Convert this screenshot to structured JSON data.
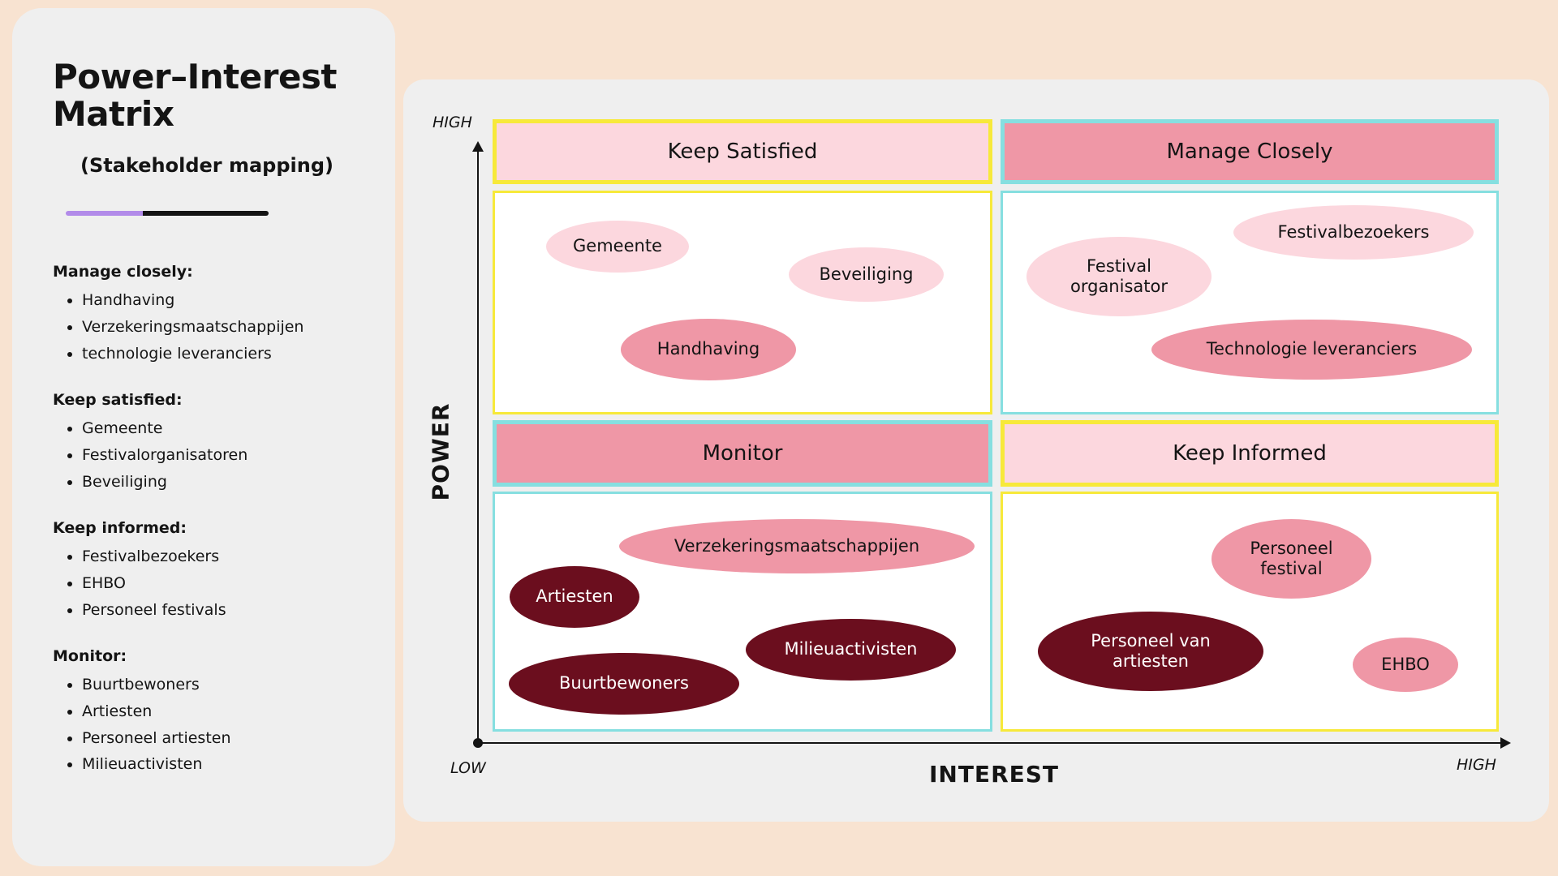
{
  "colors": {
    "background": "#f8e3d1",
    "panel": "#efefef",
    "light_pink": "#fcd7de",
    "rose": "#ef97a6",
    "maroon": "#6b0e1e",
    "yellow": "#f7e93a",
    "cyan": "#86dfe0",
    "divider_purple": "#b28be9",
    "divider_black": "#141414",
    "text": "#141414"
  },
  "sidebar": {
    "title": "Power–Interest Matrix",
    "subtitle": "(Stakeholder mapping)",
    "sections": [
      {
        "heading": "Manage closely:",
        "items": [
          "Handhaving",
          "Verzekeringsmaatschappijen",
          "technologie leveranciers"
        ]
      },
      {
        "heading": "Keep satisfied:",
        "items": [
          "Gemeente",
          "Festivalorganisatoren",
          "Beveiliging"
        ]
      },
      {
        "heading": "Keep informed:",
        "items": [
          "Festivalbezoekers",
          "EHBO",
          "Personeel festivals"
        ]
      },
      {
        "heading": "Monitor:",
        "items": [
          "Buurtbewoners",
          "Artiesten",
          "Personeel artiesten",
          "Milieuactivisten"
        ]
      }
    ]
  },
  "matrix": {
    "axes": {
      "y_label": "POWER",
      "x_label": "INTEREST",
      "y_high": "HIGH",
      "x_low": "LOW",
      "x_high": "HIGH"
    },
    "quadrants": {
      "keep_satisfied": {
        "label": "Keep Satisfied",
        "bubbles": [
          "Gemeente",
          "Beveiliging",
          "Handhaving"
        ]
      },
      "manage_closely": {
        "label": "Manage Closely",
        "bubbles": [
          "Festivalbezoekers",
          "Festival organisator",
          "Technologie leveranciers"
        ]
      },
      "monitor": {
        "label": "Monitor",
        "bubbles": [
          "Verzekeringsmaatschappijen",
          "Artiesten",
          "Milieuactivisten",
          "Buurtbewoners"
        ]
      },
      "keep_informed": {
        "label": "Keep Informed",
        "bubbles": [
          "Personeel festival",
          "Personeel van artiesten",
          "EHBO"
        ]
      }
    }
  }
}
